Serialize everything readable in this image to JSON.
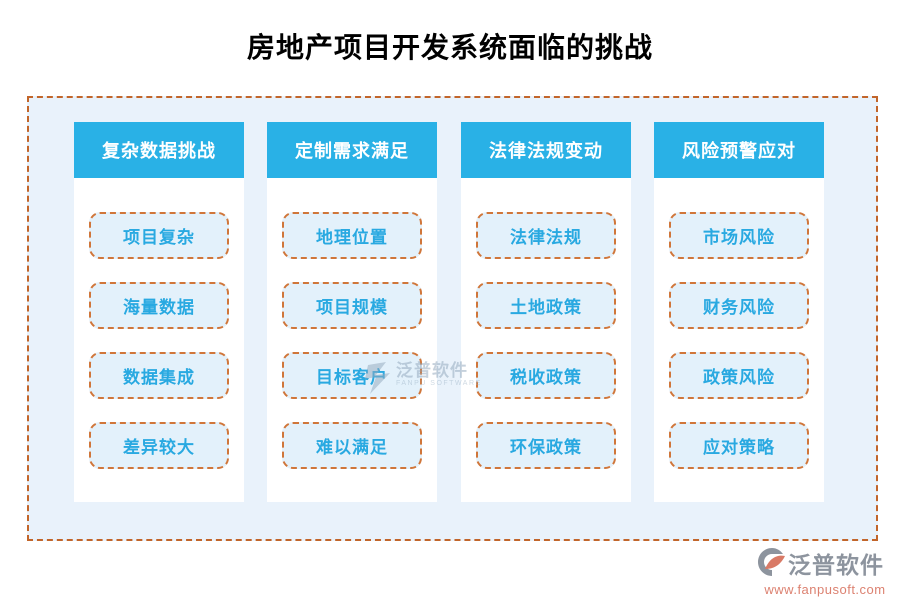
{
  "page": {
    "title": "房地产项目开发系统面临的挑战"
  },
  "columns": [
    {
      "header": "复杂数据挑战",
      "items": [
        "项目复杂",
        "海量数据",
        "数据集成",
        "差异较大"
      ]
    },
    {
      "header": "定制需求满足",
      "items": [
        "地理位置",
        "项目规模",
        "目标客户",
        "难以满足"
      ]
    },
    {
      "header": "法律法规变动",
      "items": [
        "法律法规",
        "土地政策",
        "税收政策",
        "环保政策"
      ]
    },
    {
      "header": "风险预警应对",
      "items": [
        "市场风险",
        "财务风险",
        "政策风险",
        "应对策略"
      ]
    }
  ],
  "watermark": {
    "brand": "泛普软件",
    "brand_en": "FANPU SOFTWARE"
  },
  "footer": {
    "brand": "泛普软件",
    "url": "www.fanpusoft.com"
  },
  "colors": {
    "header_bg": "#29B1E6",
    "item_text": "#29A9E1",
    "item_bg": "#E3F1FB",
    "item_border": "#D0763A",
    "board_border": "#C2652A",
    "board_bg": "#E9F2FB",
    "title_color": "#000000",
    "brand_gray": "#8D949E",
    "brand_salmon": "#DC8170"
  }
}
